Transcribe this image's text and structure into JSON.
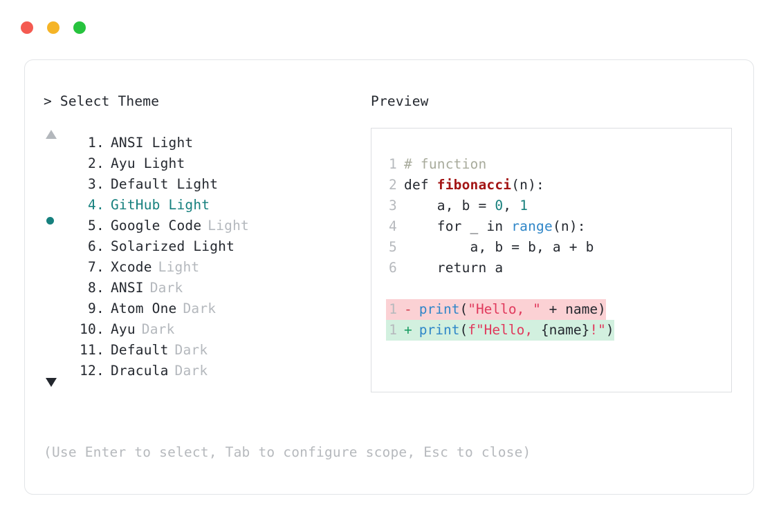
{
  "window": {
    "traffic_lights": [
      {
        "name": "close",
        "color": "#f45a51"
      },
      {
        "name": "minimize",
        "color": "#f5b427"
      },
      {
        "name": "maximize",
        "color": "#26c33d"
      }
    ]
  },
  "selector": {
    "prompt": "> Select Theme",
    "scroll_up_icon": "triangle-up",
    "scroll_down_icon": "triangle-down",
    "selected_index": 4,
    "accent_color": "#16807e",
    "items": [
      {
        "num": "1",
        "dot": ".",
        "name": "ANSI Light",
        "suffix": "",
        "suffix_dim": false
      },
      {
        "num": "2",
        "dot": ".",
        "name": "Ayu Light",
        "suffix": "",
        "suffix_dim": false
      },
      {
        "num": "3",
        "dot": ".",
        "name": "Default Light",
        "suffix": "",
        "suffix_dim": false
      },
      {
        "num": "4",
        "dot": ".",
        "name": "GitHub Light",
        "suffix": "",
        "suffix_dim": false
      },
      {
        "num": "5",
        "dot": ".",
        "name": "Google Code",
        "suffix": "Light",
        "suffix_dim": true
      },
      {
        "num": "6",
        "dot": ".",
        "name": "Solarized Light",
        "suffix": "",
        "suffix_dim": false
      },
      {
        "num": "7",
        "dot": ".",
        "name": "Xcode",
        "suffix": "Light",
        "suffix_dim": true
      },
      {
        "num": "8",
        "dot": ".",
        "name": "ANSI",
        "suffix": "Dark",
        "suffix_dim": true
      },
      {
        "num": "9",
        "dot": ".",
        "name": "Atom One",
        "suffix": "Dark",
        "suffix_dim": true
      },
      {
        "num": "10",
        "dot": ".",
        "name": "Ayu",
        "suffix": "Dark",
        "suffix_dim": true
      },
      {
        "num": "11",
        "dot": ".",
        "name": "Default",
        "suffix": "Dark",
        "suffix_dim": true
      },
      {
        "num": "12",
        "dot": ".",
        "name": "Dracula",
        "suffix": "Dark",
        "suffix_dim": true
      }
    ]
  },
  "preview": {
    "heading": "Preview",
    "code_lines": [
      {
        "ln": "1",
        "segs": [
          {
            "t": "# function",
            "c": "comment"
          }
        ]
      },
      {
        "ln": "2",
        "segs": [
          {
            "t": "def ",
            "c": "kw"
          },
          {
            "t": "fibonacci",
            "c": "func"
          },
          {
            "t": "(n):",
            "c": "plain"
          }
        ]
      },
      {
        "ln": "3",
        "segs": [
          {
            "t": "    a, b = ",
            "c": "plain"
          },
          {
            "t": "0",
            "c": "num"
          },
          {
            "t": ", ",
            "c": "plain"
          },
          {
            "t": "1",
            "c": "num"
          }
        ]
      },
      {
        "ln": "4",
        "segs": [
          {
            "t": "    for _ in ",
            "c": "plain"
          },
          {
            "t": "range",
            "c": "builtin"
          },
          {
            "t": "(n):",
            "c": "plain"
          }
        ]
      },
      {
        "ln": "5",
        "segs": [
          {
            "t": "        a, b = b, a + b",
            "c": "plain"
          }
        ]
      },
      {
        "ln": "6",
        "segs": [
          {
            "t": "    return a",
            "c": "plain"
          }
        ]
      }
    ],
    "diff_lines": [
      {
        "ln": "1",
        "sign": "-",
        "kind": "del",
        "segs": [
          {
            "t": "print",
            "c": "builtin"
          },
          {
            "t": "(",
            "c": "plain"
          },
          {
            "t": "\"Hello, \"",
            "c": "string"
          },
          {
            "t": " + name)",
            "c": "plain"
          }
        ]
      },
      {
        "ln": "1",
        "sign": "+",
        "kind": "add",
        "segs": [
          {
            "t": "print",
            "c": "builtin"
          },
          {
            "t": "(",
            "c": "plain"
          },
          {
            "t": "f\"Hello, ",
            "c": "string"
          },
          {
            "t": "{name}",
            "c": "plain"
          },
          {
            "t": "!\"",
            "c": "string"
          },
          {
            "t": ")",
            "c": "plain"
          }
        ]
      }
    ],
    "colors": {
      "diff_del_bg": "#fbd1d4",
      "diff_add_bg": "#d2f0df",
      "comment": "#a8ab9c",
      "function": "#a31515",
      "number": "#17807d",
      "builtin": "#2f86c8",
      "string": "#e0395c"
    }
  },
  "footer": {
    "hint": "(Use Enter to select, Tab to configure scope, Esc to close)"
  }
}
